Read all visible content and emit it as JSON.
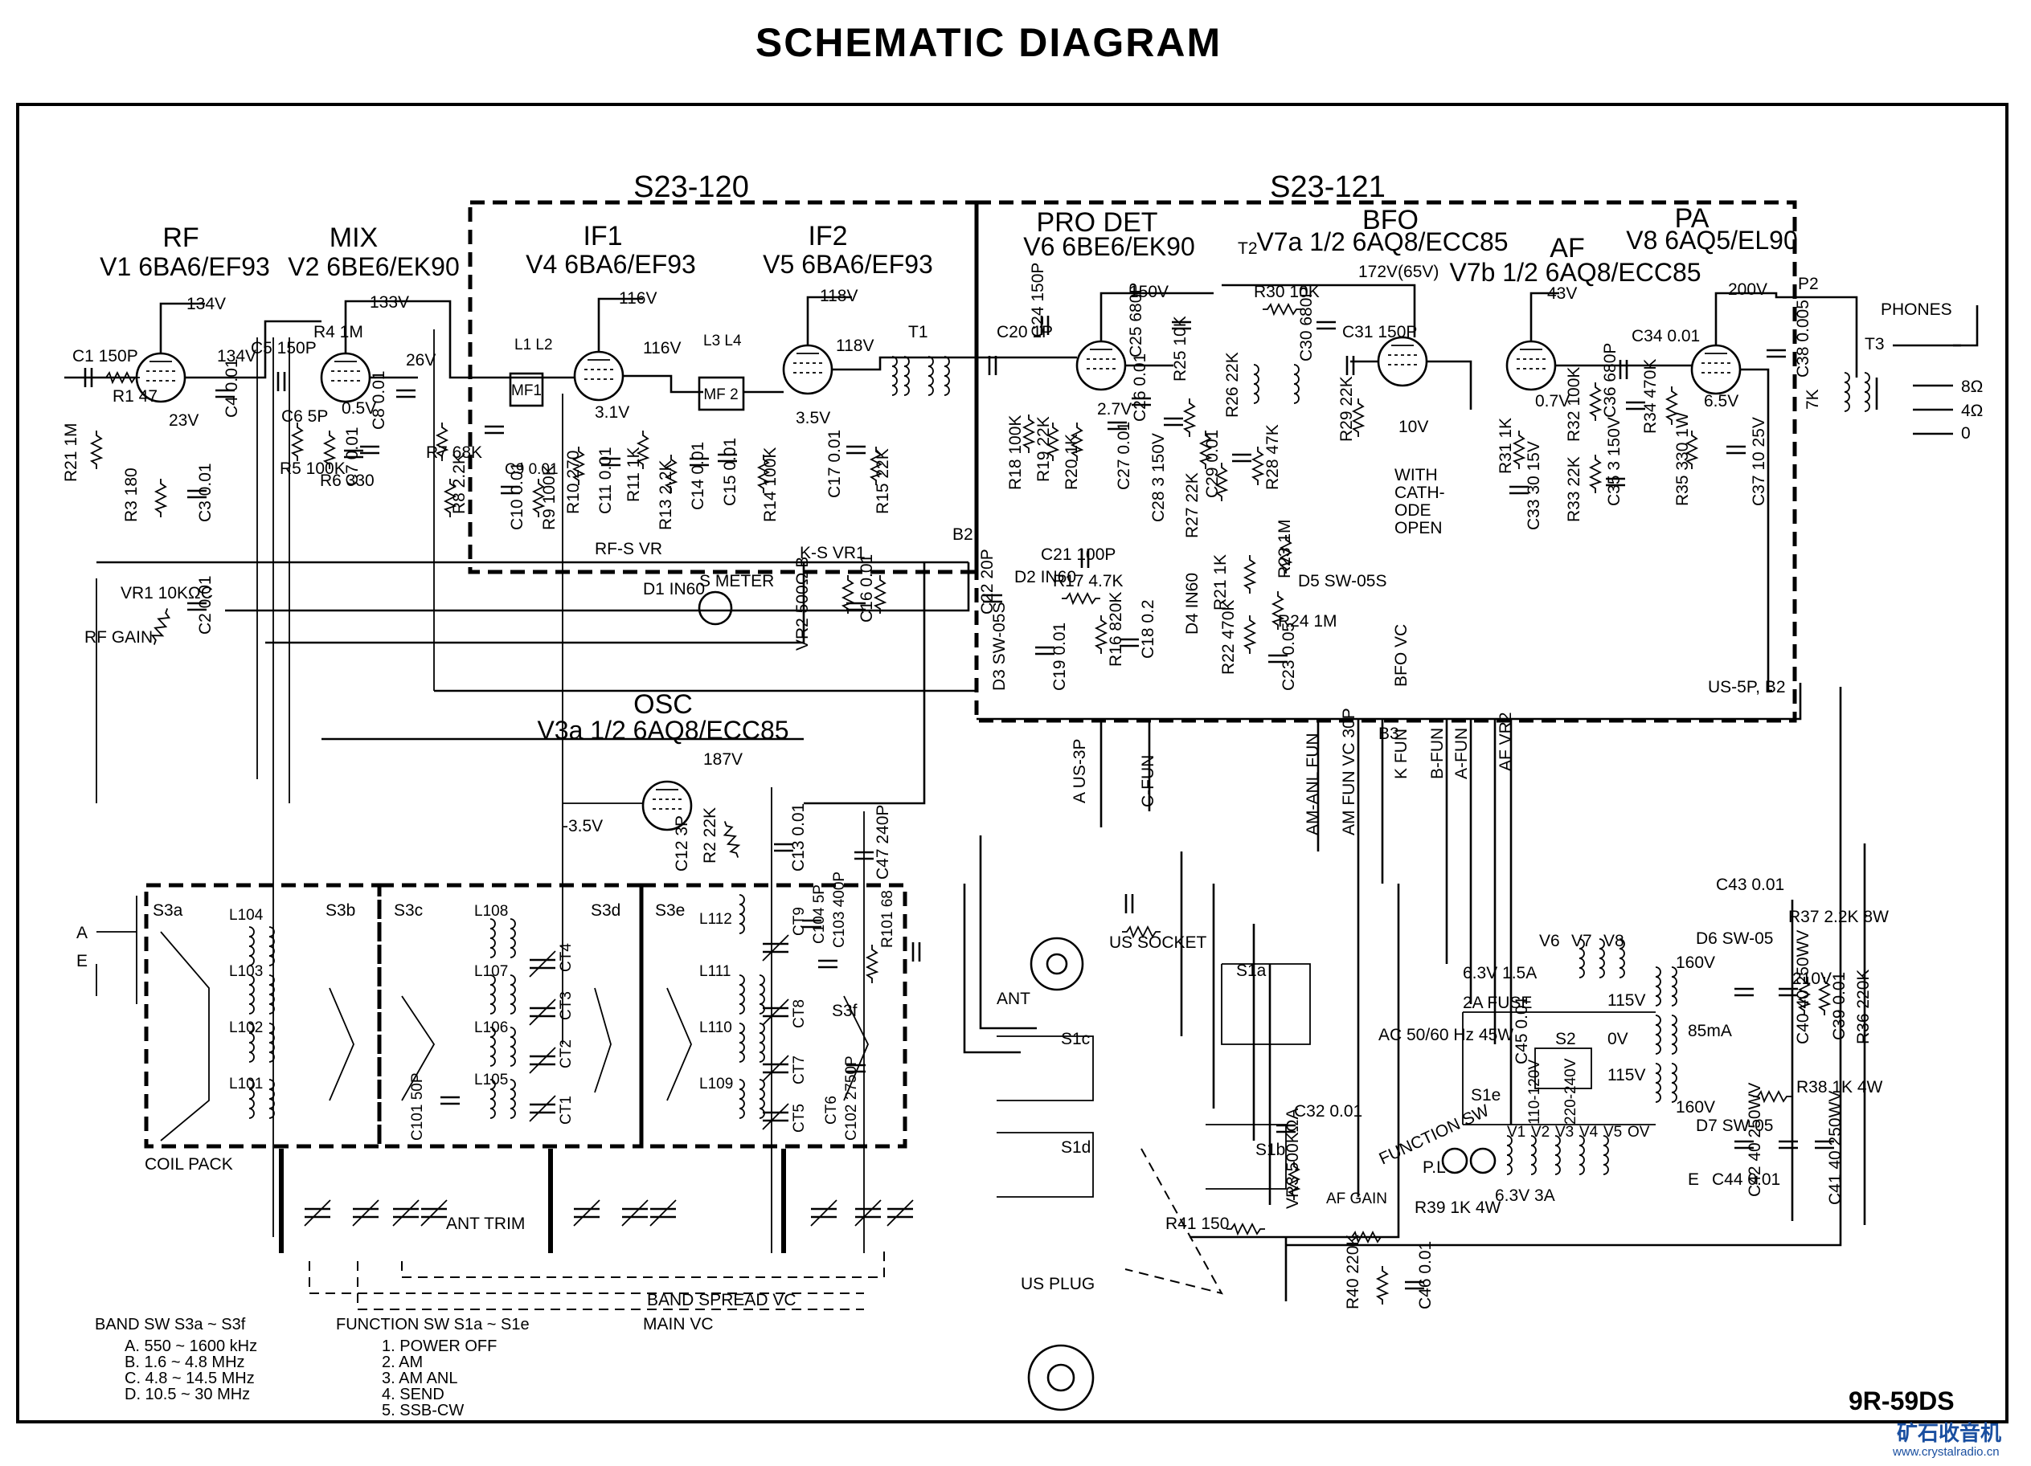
{
  "title": "SCHEMATIC DIAGRAM",
  "model": "9R-59DS",
  "watermark": {
    "cn": "矿石收音机",
    "url": "www.crystalradio.cn"
  },
  "sections": {
    "left": "S23-120",
    "right": "S23-121"
  },
  "stages": {
    "rf": {
      "name": "RF",
      "tube": "V1 6BA6/EF93"
    },
    "mix": {
      "name": "MIX",
      "tube": "V2 6BE6/EK90"
    },
    "if1": {
      "name": "IF1",
      "tube": "V4 6BA6/EF93"
    },
    "if2": {
      "name": "IF2",
      "tube": "V5 6BA6/EF93"
    },
    "prodet": {
      "name": "PRO DET",
      "tube": "V6 6BE6/EK90"
    },
    "bfo": {
      "name": "BFO",
      "tube": "V7a 1/2 6AQ8/ECC85"
    },
    "af": {
      "name": "AF",
      "tube": "V7b 1/2 6AQ8/ECC85"
    },
    "pa": {
      "name": "PA",
      "tube": "V8 6AQ5/EL90"
    },
    "osc": {
      "name": "OSC",
      "tube": "V3a 1/2 6AQ8/ECC85"
    }
  },
  "voltages": {
    "v134": "134V",
    "v133": "133V",
    "v116": "116V",
    "v118": "118V",
    "v150": "150V",
    "v172": "172V(65V)",
    "v43": "43V",
    "v200": "200V",
    "v187": "187V",
    "vneg35": "-3.5V",
    "v23": "23V",
    "v26": "26V",
    "v116b": "116V",
    "v118b": "118V",
    "v31": "3.1V",
    "v35": "3.5V",
    "v05": "0.5V",
    "v27": "2.7V",
    "v07": "0.7V",
    "v65": "6.5V",
    "v10": "10V",
    "v134b": "134V"
  },
  "components": {
    "c1": "C1 150P",
    "r1": "R1 47",
    "r21": "R21 1M",
    "r3": "R3 180",
    "c3": "C3 0.01",
    "c4": "C4 0.01",
    "vr1": "VR1 10KΩC",
    "c2": "C2 0.01",
    "rfgain": "RF GAIN",
    "c5": "C5 150P",
    "c6": "C6 5P",
    "r4": "R4 1M",
    "r5": "R5 100K",
    "r6": "R6 330",
    "c7": "C7 0.01",
    "c8": "C8 0.01",
    "r7": "R7 68K",
    "r8": "R8 2.2K",
    "mf1": "MF1",
    "mf2": "MF 2",
    "l1l2": "L1 L2",
    "l3l4": "L3 L4",
    "c9": "C9 0.01",
    "c10": "C10 0.01",
    "r9": "R9 100K",
    "r10": "R10 270",
    "c11": "C11 0.01",
    "r11": "R11 1K",
    "r13": "R13 2.2K",
    "c14": "C14 0.01",
    "c15": "C15 0.01",
    "r14": "R14 100K",
    "c17": "C17 0.01",
    "r15": "R15 22K",
    "t1": "T1",
    "rfs": "RF-S VR",
    "ks": "K-S VR1",
    "d1": "D1 IN60",
    "smeter": "S METER",
    "vr2": "VR2 500Ω B",
    "c16": "C16 0.01",
    "c20": "C20 1P",
    "c24": "C24 150P",
    "r18": "R18 100K",
    "r19": "R19 22K",
    "r20": "R20 1K",
    "c25": "C25 680P",
    "c26": "C26 0.01",
    "c27": "C27 0.01",
    "c28": "C28 3 150V",
    "c29": "C29 0.01",
    "r25": "R25 10K",
    "r26": "R26 22K",
    "r27": "R27 22K",
    "r28": "R28 47K",
    "r30": "R30 10K",
    "c30": "C30 680P",
    "c31": "C31 150P",
    "r29": "R29 22K",
    "t2": "T2",
    "withcath": "WITH CATH-ODE OPEN",
    "c21": "C21 100P",
    "c22": "C22 20P",
    "d2": "D2 IN60",
    "r17": "R17 4.7K",
    "d3": "D3 SW-05S",
    "c19": "C19 0.01",
    "r16": "R16 820K",
    "c18": "C18 0.2",
    "d4": "D4 IN60",
    "r21b": "R21 1K",
    "r23": "R23 1M",
    "r22": "R22 470K",
    "r24": "R24 1M",
    "c23": "C23 0.05",
    "d5": "D5 SW-05S",
    "bfovc": "BFO VC",
    "b2": "B2",
    "c34": "C34 0.01",
    "r31": "R31 1K",
    "c33": "C33 30 15V",
    "r32": "R32 100K",
    "r33": "R33 22K",
    "c36": "C36 680P",
    "c35": "C35 3 150V",
    "r34": "R34 470K",
    "r35": "R35 330 1W",
    "c37": "C37 10 25V",
    "c38": "C38 0.005",
    "t3": "T3",
    "p2": "P2",
    "phones": "PHONES",
    "o8": "8Ω",
    "o4": "4Ω",
    "o0": "0",
    "k7": "7K",
    "usbus": "US-5P, B2",
    "c12": "C12 3P",
    "r2": "R2 22K",
    "c13": "C13 0.01",
    "c47": "C47 240P",
    "c43": "C43 0.01",
    "r37": "R37 2.2K 8W",
    "d6": "D6 SW-05",
    "v160": "160V",
    "v210": "210V",
    "ma85": "85mA",
    "c40": "C40 40 250WV",
    "c39": "C39 0.01",
    "r36": "R36 220K",
    "r38": "R38 1K 4W",
    "d7": "D7 SW-05",
    "v160b": "160V",
    "c42": "C42 40 250WV",
    "c44": "C44 0.01",
    "c41": "C41 40 250WV",
    "e": "E",
    "heater": "6.3V 1.5A",
    "v6": "V6",
    "v7": "V7",
    "v8": "V8",
    "fuse": "2A FUSE",
    "ac": "AC 50/60 Hz 45W",
    "c45": "C45 0.01",
    "s2": "S2",
    "v115": "115V",
    "v0": "0V",
    "v115b": "115V",
    "s1e": "S1e",
    "v120": "110-120V",
    "v240": "220-240V",
    "funcsw": "FUNCTION SW",
    "pl": "P.L",
    "v1": "V1",
    "v2": "V2",
    "v3": "V3",
    "v4": "V4",
    "v5": "V5",
    "heater2": "6.3V 3A",
    "ov": "OV",
    "s1a": "S1a",
    "s1b": "S1b",
    "s1c": "S1c",
    "s1d": "S1d",
    "c32": "C32 0.01",
    "vr3": "VR3 500KΩA",
    "afgain": "AF GAIN",
    "r41": "R41 150",
    "r39": "R39 1K 4W",
    "r40": "R40 220K",
    "c46": "C46 0.01",
    "ussocket": "US SOCKET",
    "ant": "ANT",
    "usplug": "US PLUG",
    "coilpack": "COIL PACK",
    "anttrim": "ANT TRIM",
    "bandspread": "BAND SPREAD VC",
    "mainvc": "MAIN VC",
    "s3a": "S3a",
    "s3b": "S3b",
    "s3c": "S3c",
    "s3d": "S3d",
    "s3e": "S3e",
    "s3f": "S3f",
    "l104": "L104",
    "l103": "L103",
    "l102": "L102",
    "l101": "L101",
    "l108": "L108",
    "l107": "L107",
    "l106": "L106",
    "l105": "L105",
    "l112": "L112",
    "l111": "L111",
    "l110": "L110",
    "l109": "L109",
    "ct1": "CT1",
    "ct2": "CT2",
    "ct3": "CT3",
    "ct4": "CT4",
    "ct5": "CT5",
    "ct6": "CT6",
    "ct7": "CT7",
    "ct8": "CT8",
    "ct9": "CT9",
    "c101": "C101 50P",
    "c104": "C104 5P",
    "c103": "C103 400P",
    "r101": "R101 68",
    "c102": "C102 2750P",
    "ta": "A",
    "te": "E",
    "busA": "A US-3P",
    "busC": "C-FUN",
    "busAmAnl": "AM-ANL FUN",
    "busAm": "AM FUN VC 30P",
    "busB3": "B3",
    "busK": "K FUN",
    "busB": "B-FUN",
    "busAf": "A-FUN",
    "busAfVr": "AF VR2"
  },
  "notes": {
    "band": {
      "title": "BAND SW  S3a ~ S3f",
      "items": [
        "A. 550 ~ 1600 kHz",
        "B. 1.6 ~ 4.8 MHz",
        "C. 4.8 ~ 14.5 MHz",
        "D. 10.5 ~ 30  MHz"
      ]
    },
    "function": {
      "title": "FUNCTION SW  S1a ~ S1e",
      "items": [
        "1. POWER OFF",
        "2. AM",
        "3. AM ANL",
        "4. SEND",
        "5. SSB-CW"
      ]
    }
  }
}
